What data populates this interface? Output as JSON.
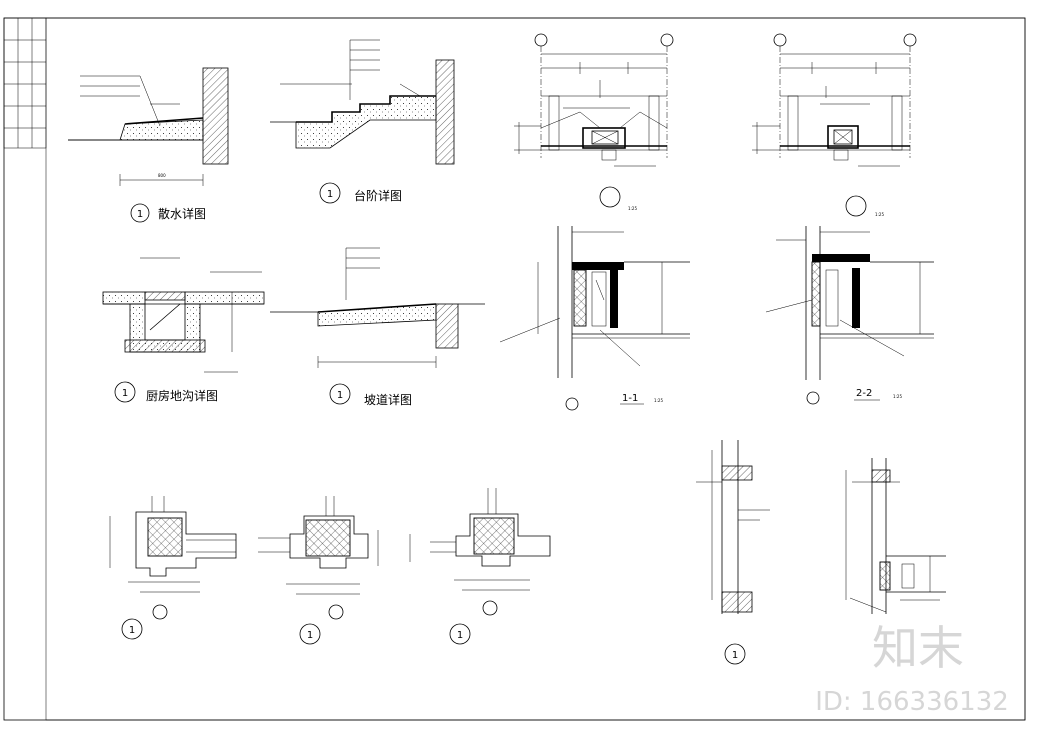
{
  "details": {
    "sanshui": {
      "marker": "1",
      "title": "散水详图"
    },
    "taijie": {
      "marker": "1",
      "title": "台阶详图"
    },
    "didou": {
      "marker": "1",
      "title": "厨房地沟详图"
    },
    "podao": {
      "marker": "1",
      "title": "坡道详图"
    },
    "sec11": {
      "title": "1-1",
      "scale": "1:25"
    },
    "sec22": {
      "title": "2-2",
      "scale": "1:25"
    },
    "elev_left_scale": "1:25",
    "elev_right_scale": "1:25",
    "col_markers": [
      "1",
      "1",
      "1"
    ],
    "wall_marker": "1"
  },
  "watermark": {
    "brand": "知末",
    "id": "ID: 166336132"
  }
}
